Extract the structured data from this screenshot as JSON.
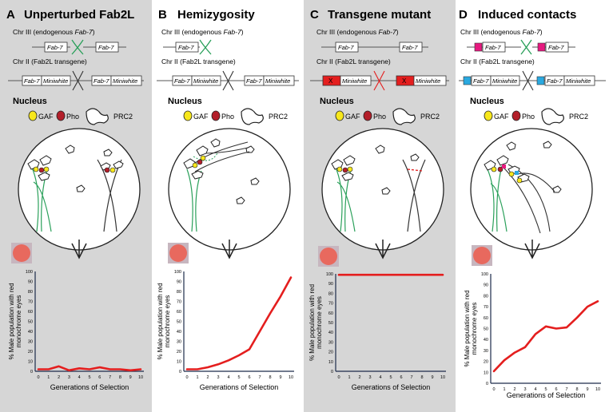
{
  "colors": {
    "gray_panel": "#d6d6d6",
    "red_line": "#e41e1e",
    "axis": "#1c2a4a",
    "gaf": "#f7e71c",
    "pho": "#b31f2a",
    "chr_green": "#2aa05a",
    "magenta_box": "#e6197f",
    "cyan_box": "#2aa9e0",
    "red_box": "#e41e1e",
    "eye": "#e8695e"
  },
  "chart_common": {
    "ylabel_line1": "% Male population with red",
    "ylabel_line2": "monochrome eyes",
    "xlabel": "Generations of Selection",
    "yticks": [
      "0",
      "10",
      "20",
      "30",
      "40",
      "50",
      "60",
      "70",
      "80",
      "90",
      "100"
    ],
    "xticks": [
      "0",
      "1",
      "2",
      "3",
      "4",
      "5",
      "6",
      "7",
      "8",
      "9",
      "10"
    ]
  },
  "labels": {
    "chr3": "Chr III (endogenous ",
    "chr3_italic": "Fab-7",
    "chr3_close": ")",
    "chr2": "Chr II (Fab2L transgene)",
    "nucleus": "Nucleus",
    "gaf": "GAF",
    "pho": "Pho",
    "prc2": "PRC2",
    "fab7": "Fab-7",
    "miniwhite": "Miniwhite",
    "x_mark": "X"
  },
  "panels": [
    {
      "letter": "A",
      "title": "Unperturbed Fab2L"
    },
    {
      "letter": "B",
      "title": "Hemizygosity"
    },
    {
      "letter": "C",
      "title": "Transgene mutant"
    },
    {
      "letter": "D",
      "title": "Induced contacts"
    }
  ],
  "chart_data": [
    {
      "type": "line",
      "panel": "A",
      "xlabel": "Generations of Selection",
      "ylabel": "% Male population with red monochrome eyes",
      "ylim": [
        0,
        100
      ],
      "x": [
        0,
        1,
        2,
        3,
        4,
        5,
        6,
        7,
        8,
        9,
        10
      ],
      "values": [
        2,
        2,
        5,
        1,
        3,
        2,
        4,
        2,
        2,
        1,
        2
      ]
    },
    {
      "type": "line",
      "panel": "B",
      "xlabel": "Generations of Selection",
      "ylabel": "% Male population with red monochrome eyes",
      "ylim": [
        0,
        100
      ],
      "x": [
        0,
        1,
        2,
        3,
        4,
        5,
        6,
        7,
        8,
        9,
        10
      ],
      "values": [
        2,
        2,
        4,
        7,
        11,
        16,
        22,
        40,
        58,
        75,
        94
      ]
    },
    {
      "type": "line",
      "panel": "C",
      "xlabel": "Generations of Selection",
      "ylabel": "% Male population with red monochrome eyes",
      "ylim": [
        0,
        100
      ],
      "x": [
        0,
        1,
        2,
        3,
        4,
        5,
        6,
        7,
        8,
        9,
        10
      ],
      "values": [
        99,
        99,
        99,
        99,
        99,
        99,
        99,
        99,
        99,
        99,
        99
      ]
    },
    {
      "type": "line",
      "panel": "D",
      "xlabel": "Generations of Selection",
      "ylabel": "% Male population with red monochrome eyes",
      "ylim": [
        0,
        100
      ],
      "x": [
        0,
        1,
        2,
        3,
        4,
        5,
        6,
        7,
        8,
        9,
        10
      ],
      "values": [
        11,
        21,
        28,
        33,
        45,
        52,
        50,
        51,
        60,
        70,
        75
      ]
    }
  ]
}
